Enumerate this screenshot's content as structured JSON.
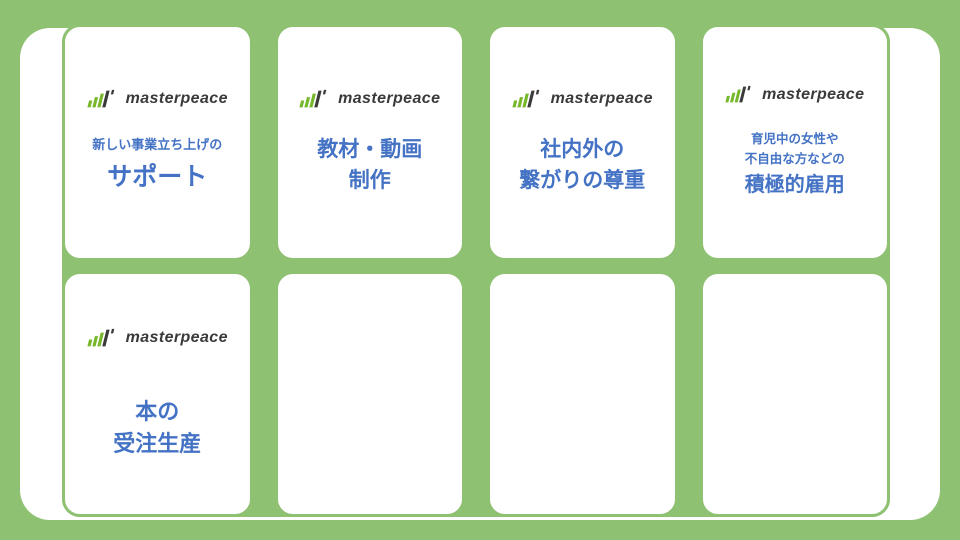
{
  "brand": {
    "logo_text": "masterpeace"
  },
  "colors": {
    "green": "#8fc172",
    "accent_blue": "#4472c4",
    "logo_green": "#76b82a",
    "logo_dark": "#3a3a3a",
    "card_bg": "#ffffff"
  },
  "cards": [
    {
      "name": "support",
      "small": [
        "新しい事業立ち上げの"
      ],
      "large": [
        "サポート"
      ]
    },
    {
      "name": "education",
      "large": [
        "教材・動画",
        "制作"
      ]
    },
    {
      "name": "connections",
      "large": [
        "社内外の",
        "繋がりの尊重"
      ]
    },
    {
      "name": "employment",
      "small": [
        "育児中の女性や",
        "不自由な方などの"
      ],
      "large": [
        "積極的雇用"
      ]
    },
    {
      "name": "books",
      "large": [
        "本の",
        "受注生産"
      ]
    },
    {
      "name": "empty-1"
    },
    {
      "name": "empty-2"
    },
    {
      "name": "empty-3"
    }
  ]
}
